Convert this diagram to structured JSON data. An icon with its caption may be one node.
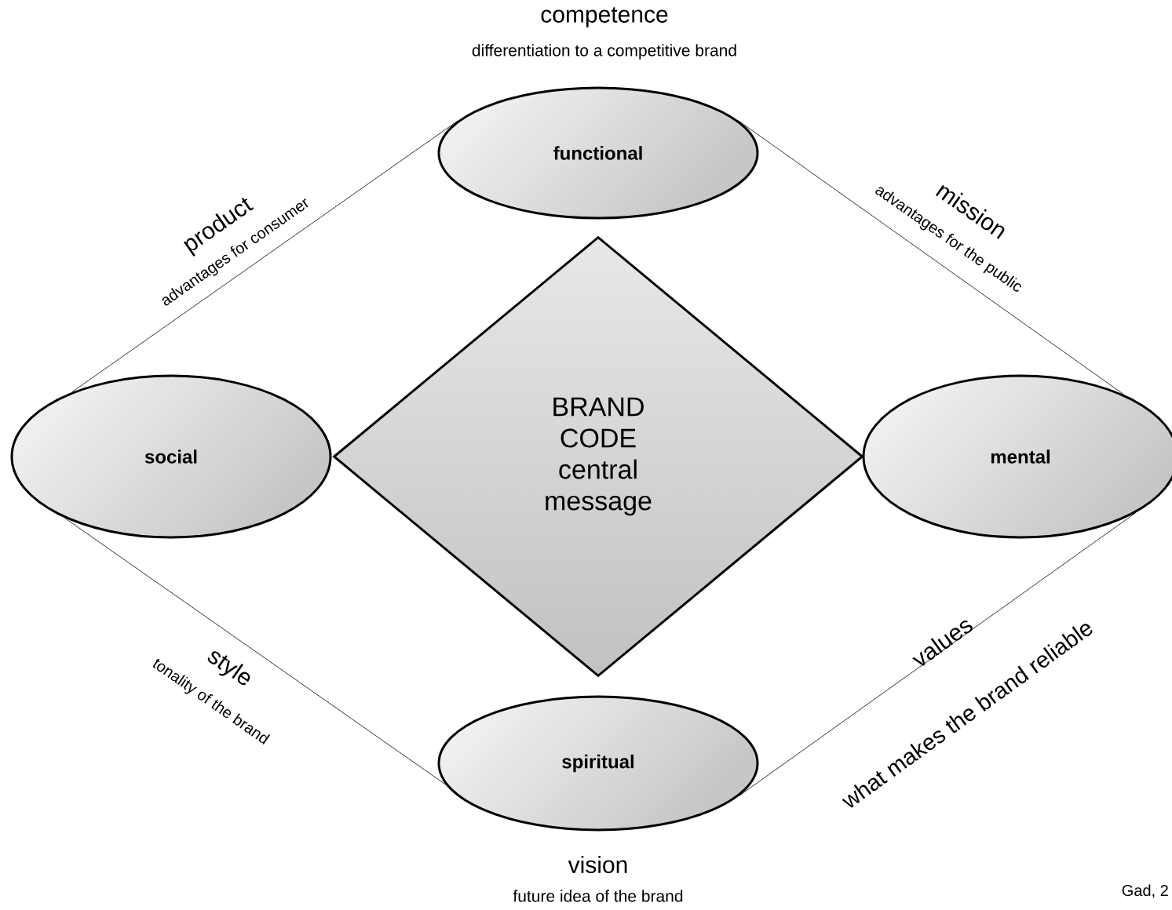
{
  "diagram": {
    "nodes": [
      {
        "text": [
          "functional"
        ],
        "beside": [
          "competence",
          "differentiation to a competitive brand"
        ]
      },
      {
        "text": [
          "social"
        ]
      },
      {
        "text": [
          "BRAND CODE",
          "central message"
        ]
      },
      {
        "text": [
          "mental"
        ]
      },
      {
        "text": [
          "spiritual"
        ],
        "beside": [
          "vision",
          "future idea of the brand"
        ]
      }
    ],
    "edges": [
      {
        "from": 0,
        "to": 1,
        "arrow": "none",
        "label": "product"
      },
      {
        "from": 0,
        "to": 3,
        "arrow": "none",
        "label": "mission"
      },
      {
        "from": 1,
        "to": 4,
        "arrow": "none",
        "label": "style"
      },
      {
        "from": 3,
        "to": 4,
        "arrow": "none",
        "label": "values"
      }
    ],
    "labels": [
      "advantages for consumer",
      "advantages for the public",
      "tonality of the brand",
      "what makes the brand reliable",
      "Gad, 2"
    ]
  }
}
